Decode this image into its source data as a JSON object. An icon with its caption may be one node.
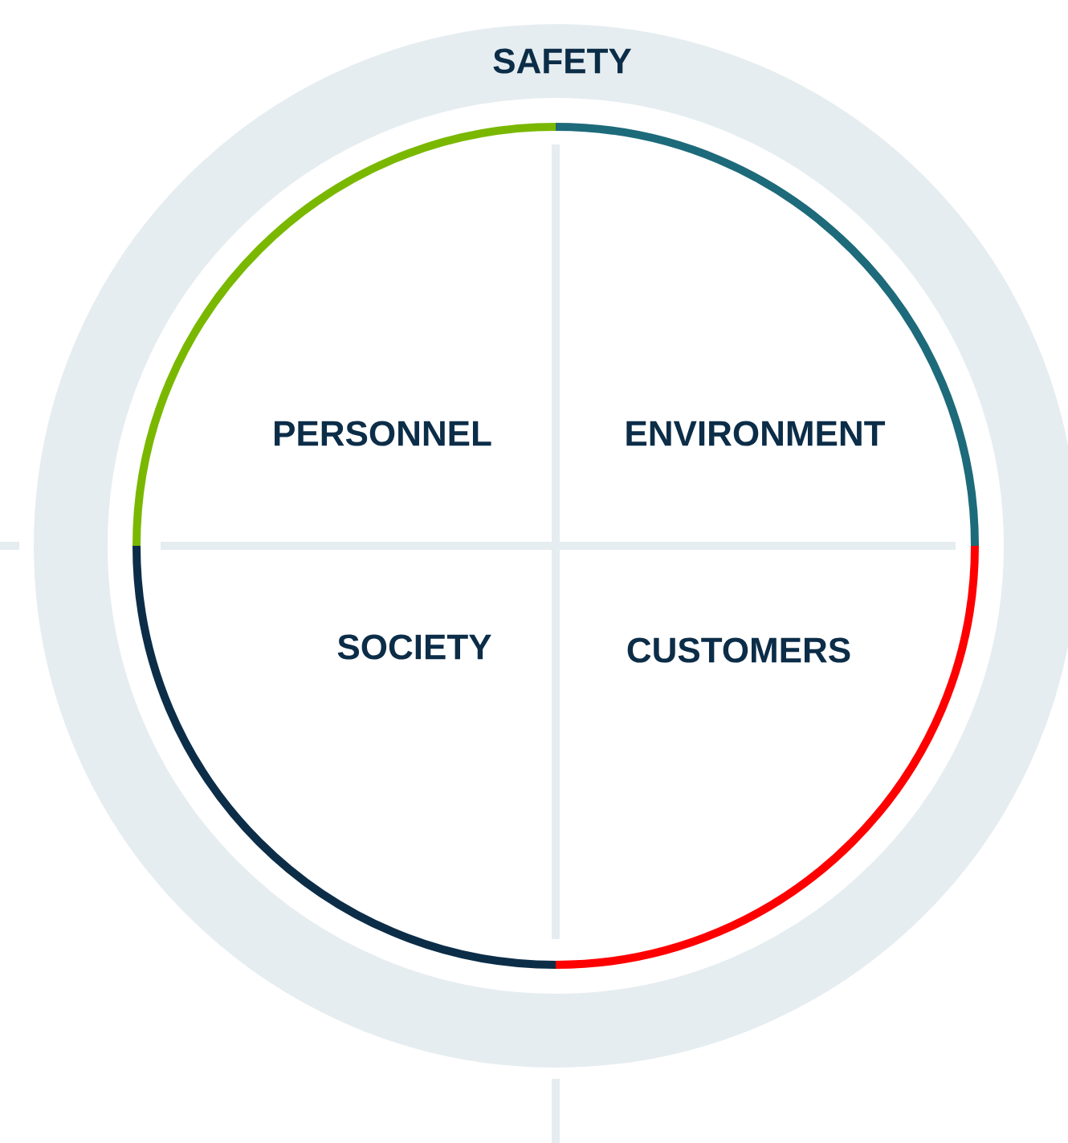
{
  "diagram": {
    "nodes": [
      {
        "text": [
          "SAFETY"
        ]
      },
      {
        "text": [
          "PERSONNEL"
        ],
        "in": 0
      },
      {
        "text": [
          "ENVIRONMENT"
        ],
        "in": 0
      },
      {
        "text": [
          "SOCIETY"
        ],
        "in": 0
      },
      {
        "text": [
          "CUSTOMERS"
        ],
        "in": 0
      }
    ]
  }
}
